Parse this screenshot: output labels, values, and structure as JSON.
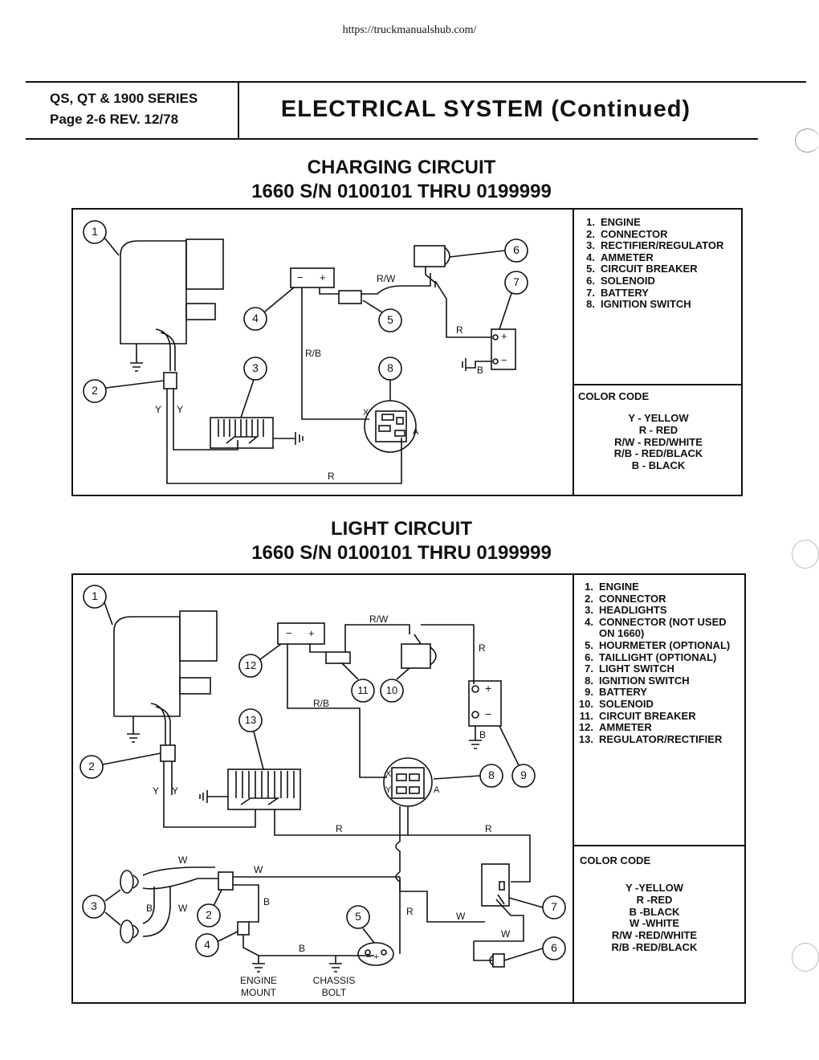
{
  "url": "https://truckmanualshub.com/",
  "header": {
    "series": "QS, QT & 1900 SERIES",
    "page": "Page 2-6 REV. 12/78",
    "title": "ELECTRICAL SYSTEM (Continued)"
  },
  "charging": {
    "title": "CHARGING CIRCUIT",
    "subtitle": "1660 S/N 0100101 THRU 0199999",
    "legend": [
      {
        "num": "1.",
        "label": "ENGINE"
      },
      {
        "num": "2.",
        "label": "CONNECTOR"
      },
      {
        "num": "3.",
        "label": "RECTIFIER/REGULATOR"
      },
      {
        "num": "4.",
        "label": "AMMETER"
      },
      {
        "num": "5.",
        "label": "CIRCUIT BREAKER"
      },
      {
        "num": "6.",
        "label": "SOLENOID"
      },
      {
        "num": "7.",
        "label": "BATTERY"
      },
      {
        "num": "8.",
        "label": "IGNITION SWITCH"
      }
    ],
    "color_code_title": "COLOR CODE",
    "color_code": [
      "Y - YELLOW",
      "R - RED",
      "R/W - RED/WHITE",
      "R/B - RED/BLACK",
      "B - BLACK"
    ],
    "callouts": {
      "c1": "1",
      "c2": "2",
      "c3": "3",
      "c4": "4",
      "c5": "5",
      "c6": "6",
      "c7": "7",
      "c8": "8"
    },
    "wires": {
      "rw": "R/W",
      "rb": "R/B",
      "r1": "R",
      "r2": "R",
      "b": "B",
      "y1": "Y",
      "y2": "Y"
    },
    "terminals": {
      "minus": "−",
      "plus": "+",
      "bat_plus": "+",
      "bat_minus": "−",
      "x": "X",
      "a": "A"
    }
  },
  "light": {
    "title": "LIGHT CIRCUIT",
    "subtitle": "1660 S/N 0100101 THRU 0199999",
    "legend": [
      {
        "num": "1.",
        "label": "ENGINE"
      },
      {
        "num": "2.",
        "label": "CONNECTOR"
      },
      {
        "num": "3.",
        "label": "HEADLIGHTS"
      },
      {
        "num": "4.",
        "label": "CONNECTOR (NOT USED"
      },
      {
        "num": "",
        "label": "ON 1660)"
      },
      {
        "num": "5.",
        "label": "HOURMETER (OPTIONAL)"
      },
      {
        "num": "6.",
        "label": "TAILLIGHT (OPTIONAL)"
      },
      {
        "num": "7.",
        "label": "LIGHT SWITCH"
      },
      {
        "num": "8.",
        "label": "IGNITION SWITCH"
      },
      {
        "num": "9.",
        "label": "BATTERY"
      },
      {
        "num": "10.",
        "label": "SOLENOID"
      },
      {
        "num": "11.",
        "label": "CIRCUIT BREAKER"
      },
      {
        "num": "12.",
        "label": "AMMETER"
      },
      {
        "num": "13.",
        "label": "REGULATOR/RECTIFIER"
      }
    ],
    "color_code_title": "COLOR CODE",
    "color_code": [
      "Y -YELLOW",
      "R -RED",
      "B -BLACK",
      "W -WHITE",
      "R/W -RED/WHITE",
      "R/B -RED/BLACK"
    ],
    "callouts": {
      "c1": "1",
      "c2": "2",
      "c3": "3",
      "c4": "4",
      "c5": "5",
      "c6": "6",
      "c7": "7",
      "c8": "8",
      "c9": "9",
      "c10": "10",
      "c11": "11",
      "c12": "12",
      "c13": "13"
    },
    "wires": {
      "rw": "R/W",
      "rb": "R/B",
      "r_top": "R",
      "r_mid1": "R",
      "r_mid2": "R",
      "r_low": "R",
      "b_bat": "B",
      "w1": "W",
      "w2": "W",
      "w3": "W",
      "w4": "W",
      "w5": "W",
      "b1": "B",
      "b2": "B",
      "b3": "B",
      "y1": "Y",
      "y2": "Y",
      "x": "X",
      "y3": "Y",
      "a": "A"
    },
    "terminals": {
      "minus": "−",
      "plus": "+",
      "bat_plus": "+",
      "bat_minus": "−",
      "hm": "− +"
    },
    "ground_labels": {
      "engine_mount_1": "ENGINE",
      "engine_mount_2": "MOUNT",
      "chassis_bolt_1": "CHASSIS",
      "chassis_bolt_2": "BOLT"
    }
  }
}
